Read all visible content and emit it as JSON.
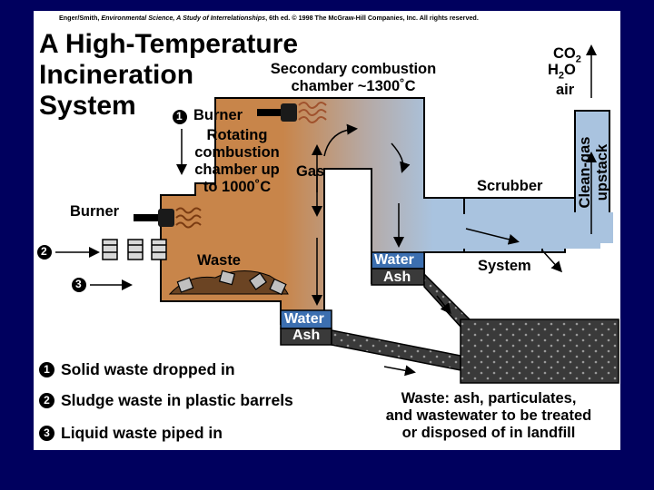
{
  "credit": {
    "authors": "Enger/Smith, ",
    "book": "Environmental Science, A Study of Interrelationships",
    "rest": ", 6th ed. © 1998 The McGraw-Hill Companies, Inc. All rights reserved."
  },
  "title": {
    "line1": "A High-Temperature",
    "line2": "Incineration",
    "line3": "System"
  },
  "labels": {
    "secondary_1": "Secondary combustion",
    "secondary_2": "chamber ~1300˚C",
    "burner_top": "Burner",
    "rotating_1": "Rotating",
    "rotating_2": "combustion",
    "rotating_3": "chamber up",
    "rotating_4": "to 1000˚C",
    "gas": "Gas",
    "burner_left": "Burner",
    "waste": "Waste",
    "scrubber": "Scrubber",
    "system": "System",
    "clean_gas_1": "Clean-gas",
    "clean_gas_2": "upstack",
    "co2": "CO",
    "co2_sub": "2",
    "h2o_h": "H",
    "h2o_sub": "2",
    "h2o_o": "O",
    "air": "air",
    "water_1": "Water",
    "ash_1": "Ash",
    "water_2": "Water",
    "ash_2": "Ash",
    "landfill_1": "Waste: ash, particulates,",
    "landfill_2": "and wastewater to be treated",
    "landfill_3": "or disposed of in landfill"
  },
  "markers": {
    "m1": "1",
    "m2": "2",
    "m3": "3"
  },
  "legend": [
    {
      "num": "1",
      "text": "Solid waste dropped in"
    },
    {
      "num": "2",
      "text": "Sludge waste in plastic barrels"
    },
    {
      "num": "3",
      "text": "Liquid waste piped in"
    }
  ],
  "colors": {
    "background": "#00005e",
    "furnace_brown": "#c8854a",
    "steel_blue": "#a9c3df",
    "water_blue": "#3c6fb0",
    "ash_dark": "#3a3a3a"
  }
}
